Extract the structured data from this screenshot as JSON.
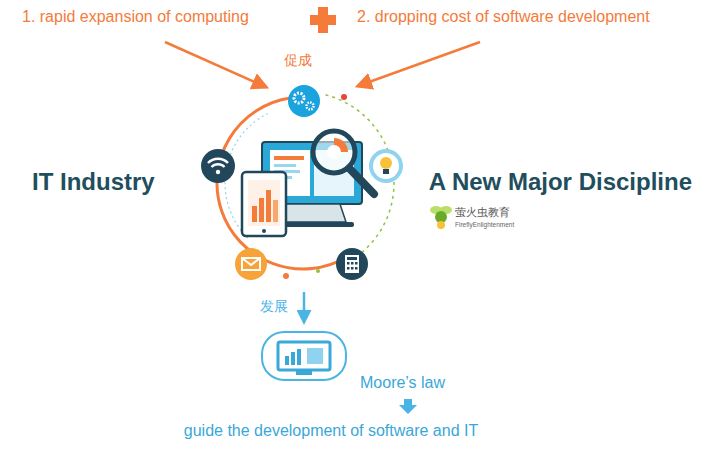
{
  "diagram": {
    "labels": [
      "1. rapid expansion of computing",
      "2. dropping cost of software development",
      "促成",
      "IT Industry",
      "A New Major Discipline",
      "萤火虫教育",
      "FireflyEnlightenment",
      "发展",
      "Moore’s law",
      "guide the development of software and IT"
    ]
  }
}
